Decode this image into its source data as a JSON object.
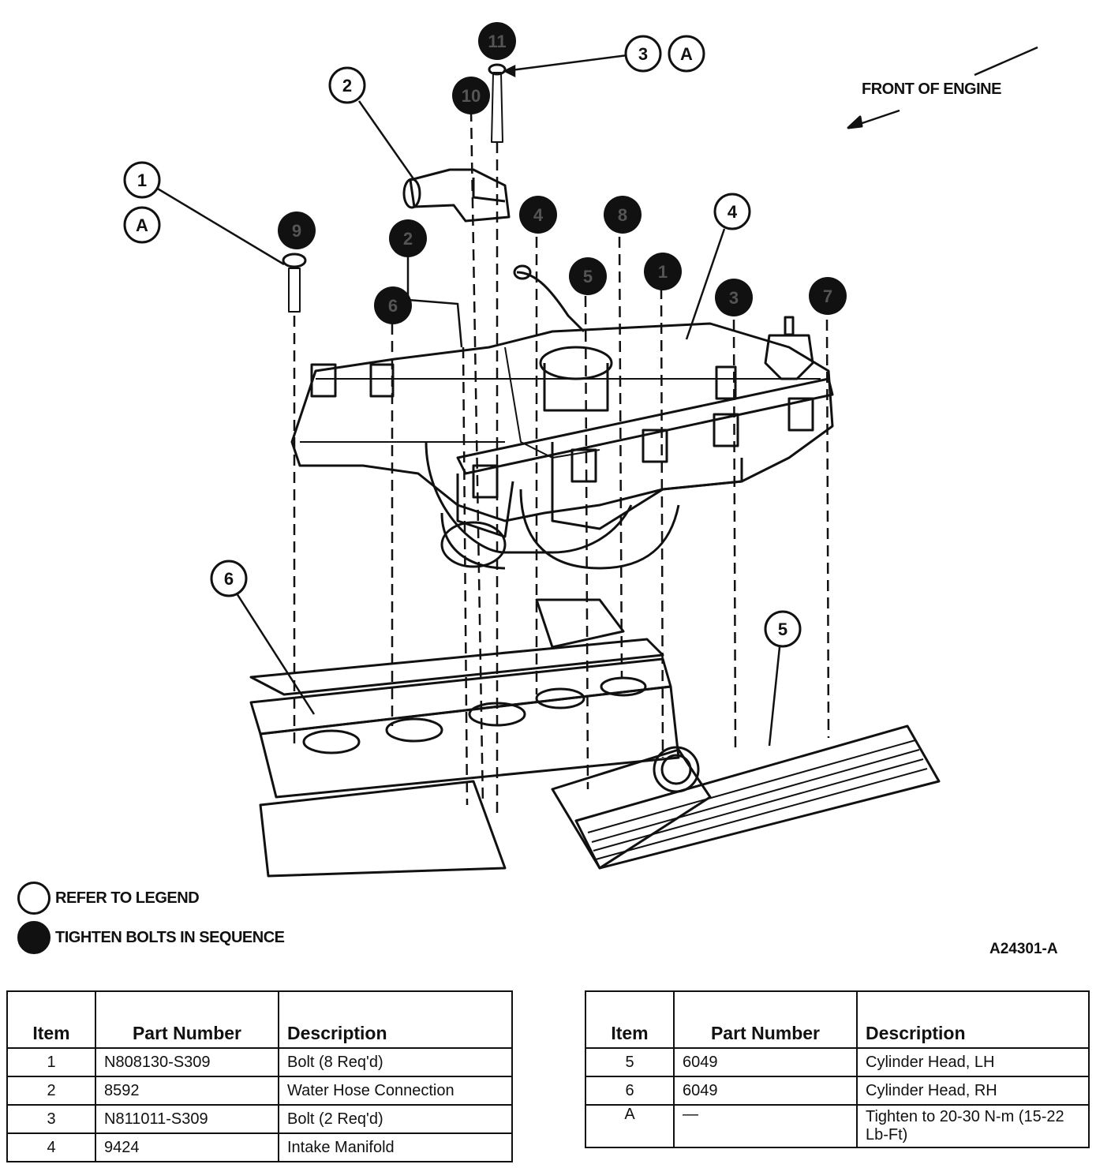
{
  "figure": {
    "front_label": "FRONT OF ENGINE",
    "figure_id": "A24301-A",
    "callouts": {
      "refer": [
        "1",
        "A",
        "2",
        "3",
        "A",
        "4",
        "6",
        "5"
      ],
      "sequence": [
        "11",
        "10",
        "9",
        "2",
        "6",
        "4",
        "8",
        "5",
        "1",
        "3",
        "7"
      ]
    }
  },
  "legend": [
    {
      "symbol": "open-circle",
      "text": "REFER TO LEGEND"
    },
    {
      "symbol": "filled-circle",
      "text": "TIGHTEN BOLTS IN SEQUENCE"
    }
  ],
  "tables": {
    "headers": {
      "item": "Item",
      "part_number": "Part Number",
      "description": "Description"
    },
    "left": [
      {
        "item": "1",
        "part": "N808130-S309",
        "desc": "Bolt (8 Req'd)"
      },
      {
        "item": "2",
        "part": "8592",
        "desc": "Water Hose Connection"
      },
      {
        "item": "3",
        "part": "N811011-S309",
        "desc": "Bolt (2 Req'd)"
      },
      {
        "item": "4",
        "part": "9424",
        "desc": "Intake Manifold"
      }
    ],
    "right": [
      {
        "item": "5",
        "part": "6049",
        "desc": "Cylinder Head, LH"
      },
      {
        "item": "6",
        "part": "6049",
        "desc": "Cylinder Head, RH"
      },
      {
        "item": "A",
        "part": "—",
        "desc": "Tighten to 20-30 N-m (15-22 Lb-Ft)"
      }
    ]
  }
}
